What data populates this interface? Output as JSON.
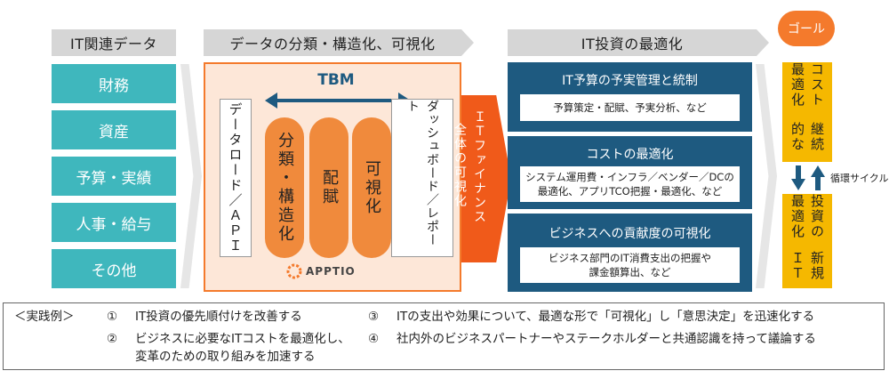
{
  "headers": {
    "data": "IT関連データ",
    "process": "データの分類・構造化、可視化",
    "optimize": "IT投資の最適化"
  },
  "data_items": [
    "財務",
    "資産",
    "予算・実績",
    "人事・給与",
    "その他"
  ],
  "tbm": {
    "label": "TBM",
    "load": "データロード／ＡＰＩ",
    "pills": [
      "分類・構造化",
      "配賦",
      "可視化"
    ],
    "dashboard": "ダッシュボード／レポート",
    "logo": "APPTIO"
  },
  "chevron": {
    "line1": "ＩＴファイナンス",
    "line2": "全体の可視化"
  },
  "blocks": [
    {
      "title": "IT予算の予実管理と統制",
      "lines": [
        "予算策定・配賦、予実分析、など"
      ]
    },
    {
      "title": "コストの最適化",
      "lines": [
        "システム運用費・インフラ／ベンダー／DCの",
        "最適化、アプリTCO把握・最適化、など"
      ]
    },
    {
      "title": "ビジネスへの貢献度の可視化",
      "lines": [
        "ビジネス部門のIT消費支出の把握や",
        "課金額算出、など"
      ]
    }
  ],
  "goal": {
    "badge": "ゴール",
    "top_line1": "コスト最適化",
    "top_line2": "継続的な",
    "bottom_line1": "投資の最適化",
    "bottom_line2": "新規ＩＴ",
    "cycle": "循環サイクル"
  },
  "examples": {
    "label": "＜実践例＞",
    "items": [
      {
        "num": "①",
        "lines": [
          "IT投資の優先順付けを改善する"
        ]
      },
      {
        "num": "②",
        "lines": [
          "ビジネスに必要なITコストを最適化し、",
          "変革のための取り組みを加速する"
        ]
      },
      {
        "num": "③",
        "lines": [
          "ITの支出や効果について、最適な形で「可視化」し「意思決定」を迅速化する"
        ]
      },
      {
        "num": "④",
        "lines": [
          "社内外のビジネスパートナーやステークホルダーと共通認識を持って議論する"
        ]
      }
    ]
  },
  "colors": {
    "teal": "#3fb7bd",
    "orange": "#f47a2c",
    "orange_light": "#fde7d8",
    "navy": "#1e5a80",
    "gold": "#f5b800"
  }
}
